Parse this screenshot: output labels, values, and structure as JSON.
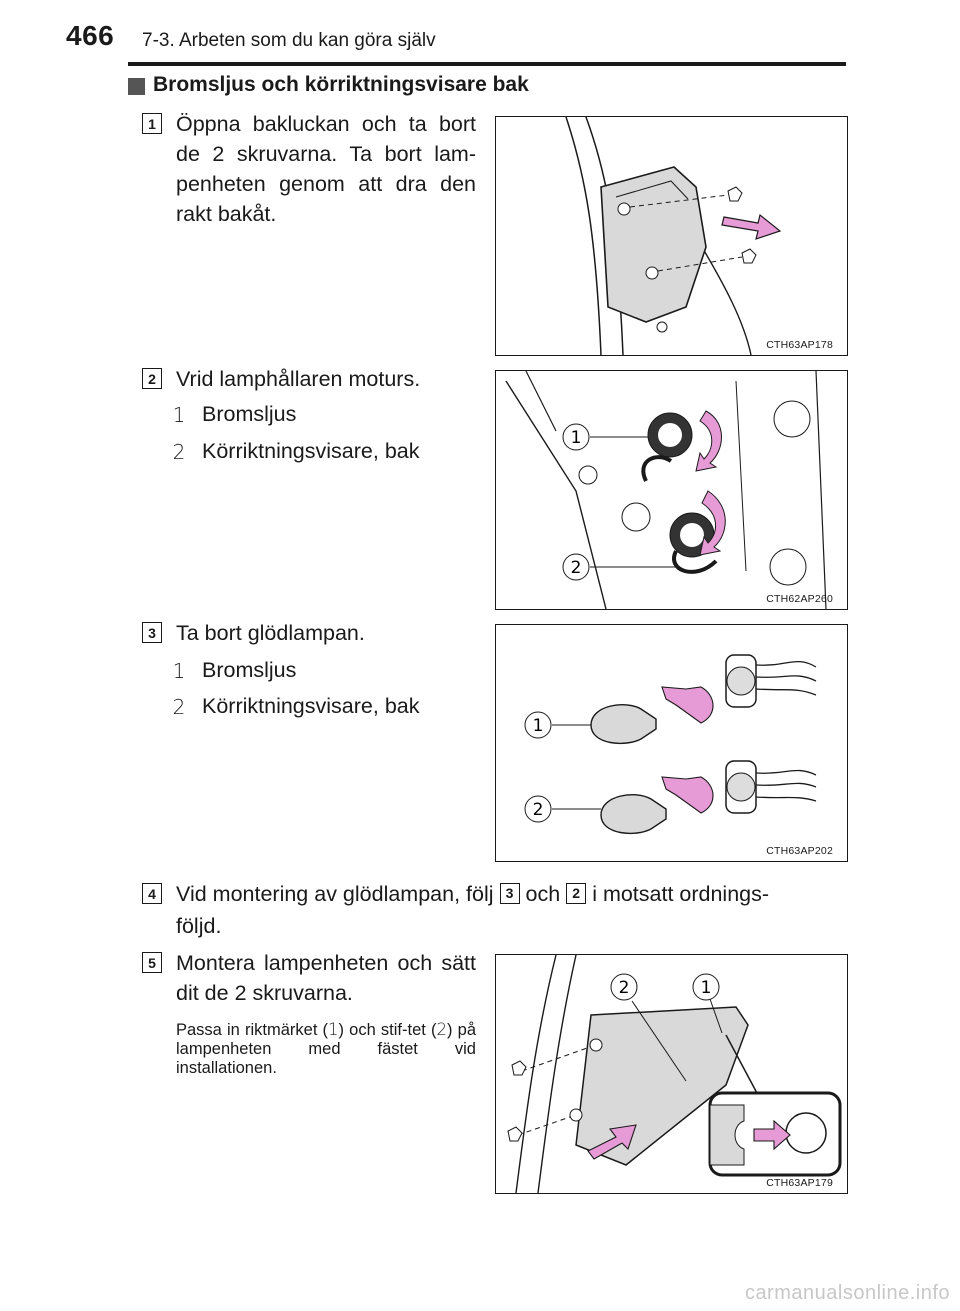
{
  "header": {
    "page_number": "466",
    "chapter": "7-3. Arbeten som du kan göra själv"
  },
  "section": {
    "title": "Bromsljus och körriktningsvisare bak"
  },
  "steps": [
    {
      "number": "1",
      "text": "Öppna bakluckan och ta bort de 2 skruvarna. Ta bort lam-penheten genom att dra den rakt bakåt.",
      "figure_code": "CTH63AP178"
    },
    {
      "number": "2",
      "text": "Vrid lamphållaren moturs.",
      "items": [
        {
          "num": "1",
          "label": "Bromsljus"
        },
        {
          "num": "2",
          "label": "Körriktningsvisare, bak"
        }
      ],
      "figure_code": "CTH62AP260"
    },
    {
      "number": "3",
      "text": "Ta bort glödlampan.",
      "items": [
        {
          "num": "1",
          "label": "Bromsljus"
        },
        {
          "num": "2",
          "label": "Körriktningsvisare, bak"
        }
      ],
      "figure_code": "CTH63AP202"
    },
    {
      "number": "4",
      "text_before": "Vid montering av glödlampan, följ",
      "ref_a": "3",
      "text_mid": "och",
      "ref_b": "2",
      "text_after": "i motsatt ordnings-",
      "text_line2": "följd."
    },
    {
      "number": "5",
      "text": "Montera lampenheten och sätt dit de 2 skruvarna.",
      "note_part1": "Passa in riktmärket (",
      "note_num1": "1",
      "note_part2": ") och stif-tet (",
      "note_num2": "2",
      "note_part3": ") på lampenheten med fästet vid installationen.",
      "figure_code": "CTH63AP179"
    }
  ],
  "figure_callouts": {
    "one": "1",
    "two": "2"
  },
  "watermark": "carmanualsonline.info",
  "colors": {
    "arrow_pink": "#e79bd6",
    "part_gray": "#d9d9d9",
    "ink": "#1a1a1a"
  }
}
